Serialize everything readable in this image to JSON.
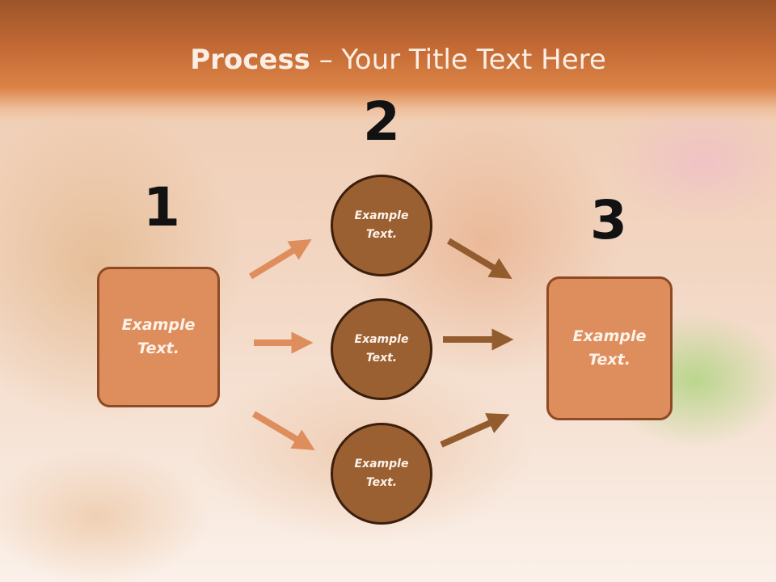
{
  "slide": {
    "title_bold": "Process",
    "title_rest": " – Your Title Text Here"
  },
  "steps": [
    {
      "number": "1",
      "label": "Example\nText."
    },
    {
      "number": "2",
      "labels": [
        "Example\nText.",
        "Example\nText.",
        "Example\nText."
      ]
    },
    {
      "number": "3",
      "label": "Example\nText."
    }
  ],
  "colors": {
    "header": "#c46a35",
    "box_fill": "#de8e5c",
    "box_border": "#8e4a24",
    "circle_fill": "#9b6031",
    "circle_border": "#3b1e0c",
    "arrow_light": "#de8e5c",
    "arrow_dark": "#935c2f"
  }
}
